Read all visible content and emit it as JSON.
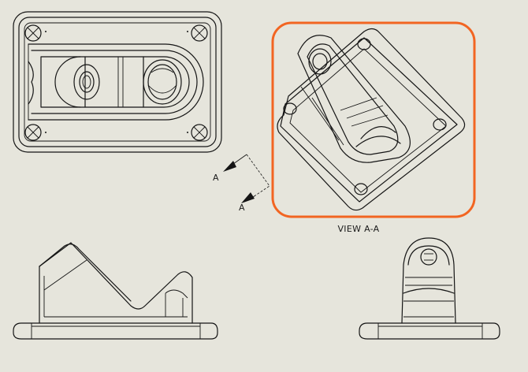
{
  "drawing": {
    "section_label": "VIEW A-A",
    "section_arrow_top": "A",
    "section_arrow_bottom": "A",
    "selection_color": "#f26522",
    "background_color": "#e6e5dc"
  },
  "views": [
    {
      "name": "top-view"
    },
    {
      "name": "section-view-a-a",
      "selected": true
    },
    {
      "name": "front-view"
    },
    {
      "name": "side-view"
    }
  ]
}
